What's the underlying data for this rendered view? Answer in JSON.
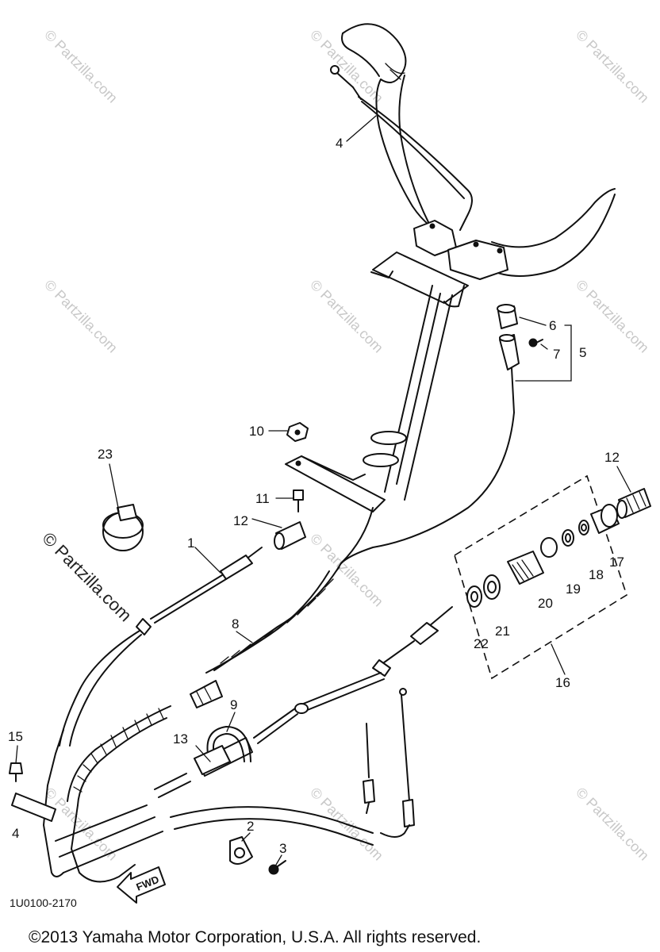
{
  "watermark": {
    "text": "© Partzilla.com",
    "brand_text": "© Partzilla.com"
  },
  "diagram_code": "1U0100-2170",
  "fwd_arrow_text": "FWD",
  "copyright": "©2013  Yamaha Motor Corporation, U.S.A. All rights reserved.",
  "callouts": {
    "p1": "1",
    "p2": "2",
    "p3": "3",
    "p4a": "4",
    "p4b": "4",
    "p5": "5",
    "p6": "6",
    "p7": "7",
    "p8": "8",
    "p9": "9",
    "p10": "10",
    "p11": "11",
    "p12a": "12",
    "p12b": "12",
    "p13": "13",
    "p15": "15",
    "p16": "16",
    "p17": "17",
    "p18": "18",
    "p19": "19",
    "p20": "20",
    "p21": "21",
    "p22": "22",
    "p23": "23"
  },
  "colors": {
    "ink": "#111111",
    "watermark": "#c8c8c8",
    "background": "#ffffff"
  }
}
